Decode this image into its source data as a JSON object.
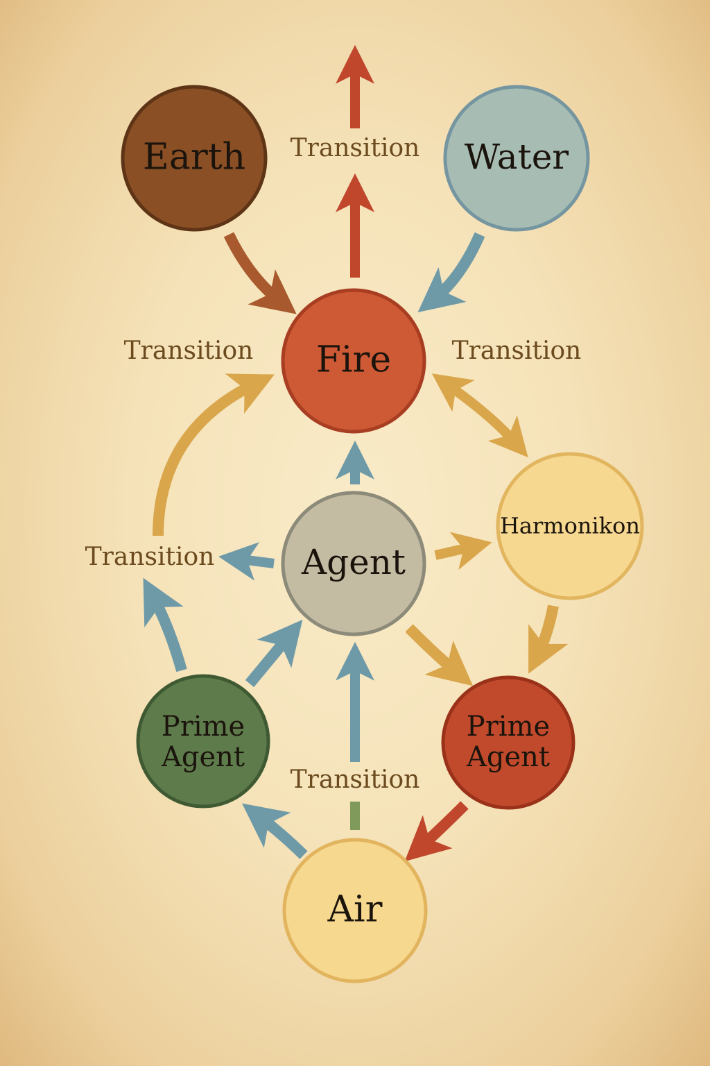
{
  "colors": {
    "earth": "#8a4f25",
    "water": "#a7bdb4",
    "fire": "#cd5a34",
    "agent": "#c4bba3",
    "harmonikon": "#f6d891",
    "prime_green": "#5e7b4c",
    "prime_red": "#c14a2c",
    "air": "#f6d88f",
    "arrow_red": "#c0462c",
    "arrow_brown": "#a85a2e",
    "arrow_blue": "#6e9aa8",
    "arrow_gold": "#d9a64b",
    "arrow_green": "#7f9a5a",
    "label": "#6b4a1e"
  },
  "nodes": {
    "earth": "Earth",
    "water": "Water",
    "fire": "Fire",
    "agent": "Agent",
    "harmonikon": "Harmonikon",
    "prime_agent_left": [
      "Prime",
      "Agent"
    ],
    "prime_agent_right": [
      "Prime",
      "Agent"
    ],
    "air": "Air"
  },
  "labels": {
    "transition_top": "Transition",
    "transition_left": "Transition",
    "transition_right": "Transition",
    "transition_mid": "Transition",
    "transition_bottom": "Transition"
  }
}
